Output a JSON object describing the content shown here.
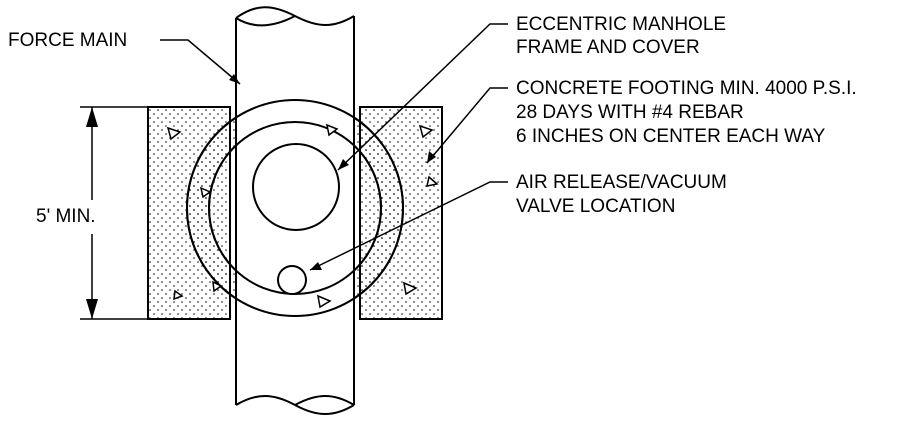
{
  "labels": {
    "force_main": "FORCE MAIN",
    "manhole_line1": "ECCENTRIC MANHOLE",
    "manhole_line2": "FRAME AND COVER",
    "footing_line1": "CONCRETE FOOTING MIN. 4000 P.S.I.",
    "footing_line2": "28 DAYS WITH #4 REBAR",
    "footing_line3": "6 INCHES ON CENTER EACH WAY",
    "valve_line1": "AIR RELEASE/VACUUM",
    "valve_line2": "VALVE LOCATION",
    "dimension": "5' MIN."
  },
  "colors": {
    "line": "#000000",
    "background": "#ffffff"
  }
}
